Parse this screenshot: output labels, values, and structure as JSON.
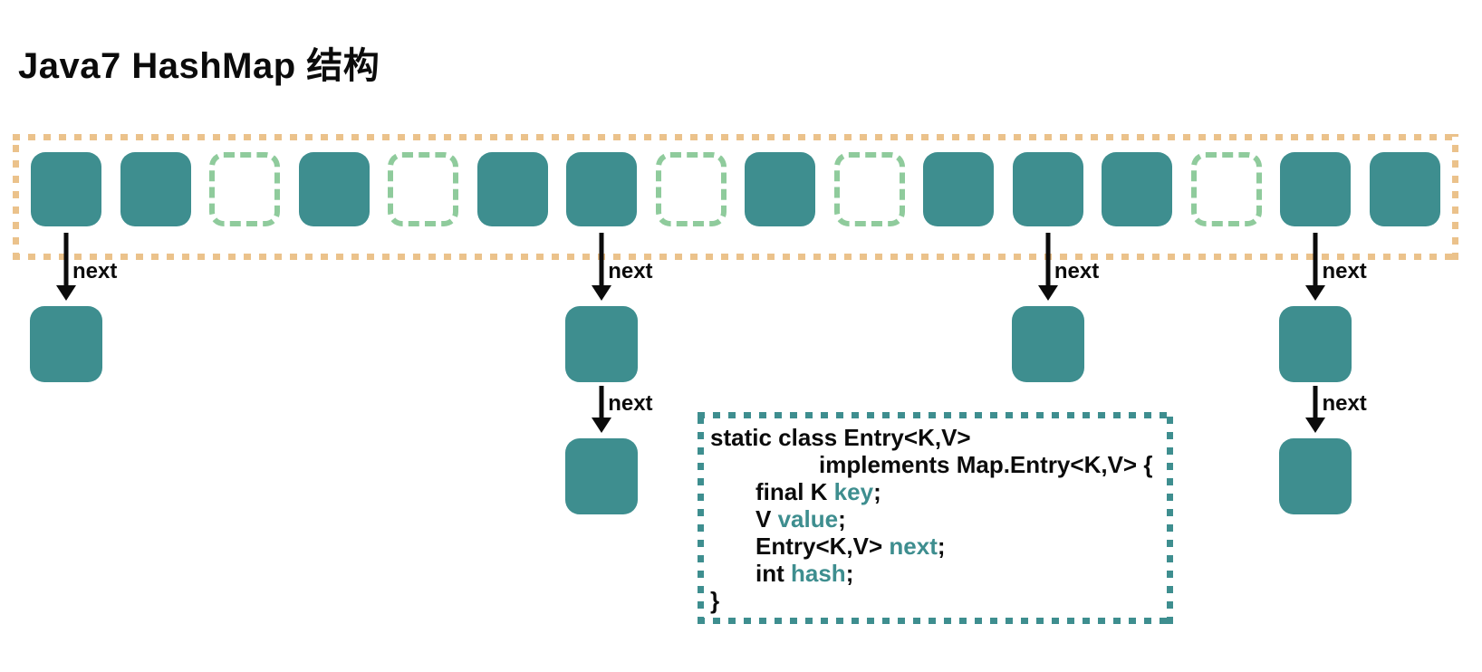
{
  "title": "Java7 HashMap 结构",
  "labels": {
    "next": "next"
  },
  "colors": {
    "teal": "#3E8E8F",
    "light_green": "#8FCB9C",
    "orange": "#EBC28B",
    "text": "#0B0B0B"
  },
  "bucket_array": {
    "cells": [
      "filled",
      "filled",
      "empty",
      "filled",
      "empty",
      "filled",
      "filled",
      "empty",
      "filled",
      "empty",
      "filled",
      "filled",
      "filled",
      "empty",
      "filled",
      "filled"
    ]
  },
  "chains": [
    {
      "bucket_index": 0,
      "nodes": 1
    },
    {
      "bucket_index": 6,
      "nodes": 2
    },
    {
      "bucket_index": 11,
      "nodes": 1
    },
    {
      "bucket_index": 14,
      "nodes": 2
    }
  ],
  "code_box": {
    "lines": [
      {
        "indent": 0,
        "segments": [
          {
            "text": "static class Entry<K,V>",
            "color": "text"
          }
        ]
      },
      {
        "indent": 2,
        "segments": [
          {
            "text": "implements Map.Entry<K,V> {",
            "color": "text"
          }
        ]
      },
      {
        "indent": 1,
        "segments": [
          {
            "text": "final K ",
            "color": "text"
          },
          {
            "text": "key",
            "color": "teal"
          },
          {
            "text": ";",
            "color": "text"
          }
        ]
      },
      {
        "indent": 1,
        "segments": [
          {
            "text": "V ",
            "color": "text"
          },
          {
            "text": "value",
            "color": "teal"
          },
          {
            "text": ";",
            "color": "text"
          }
        ]
      },
      {
        "indent": 1,
        "segments": [
          {
            "text": "Entry<K,V> ",
            "color": "text"
          },
          {
            "text": "next",
            "color": "teal"
          },
          {
            "text": ";",
            "color": "text"
          }
        ]
      },
      {
        "indent": 1,
        "segments": [
          {
            "text": "int ",
            "color": "text"
          },
          {
            "text": "hash",
            "color": "teal"
          },
          {
            "text": ";",
            "color": "text"
          }
        ]
      },
      {
        "indent": 0,
        "segments": [
          {
            "text": "}",
            "color": "text"
          }
        ]
      }
    ]
  }
}
